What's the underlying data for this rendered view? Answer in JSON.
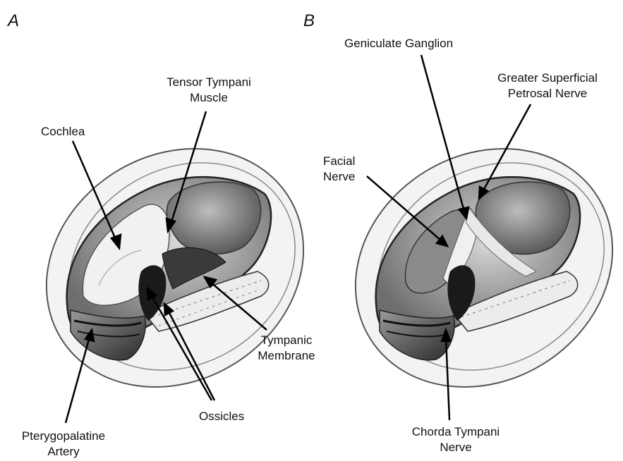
{
  "panels": [
    {
      "letter": "A",
      "labels": {
        "tensor_line1": "Tensor Tympani",
        "tensor_line2": "Muscle",
        "cochlea": "Cochlea",
        "tympanic_line1": "Tympanic",
        "tympanic_line2": "Membrane",
        "ossicles": "Ossicles",
        "ptery_line1": "Pterygopalatine",
        "ptery_line2": "Artery"
      }
    },
    {
      "letter": "B",
      "labels": {
        "geniculate": "Geniculate Ganglion",
        "gspn_line1": "Greater Superficial",
        "gspn_line2": "Petrosal Nerve",
        "facial_line1": "Facial",
        "facial_line2": "Nerve",
        "chorda_line1": "Chorda Tympani",
        "chorda_line2": "Nerve"
      }
    }
  ]
}
